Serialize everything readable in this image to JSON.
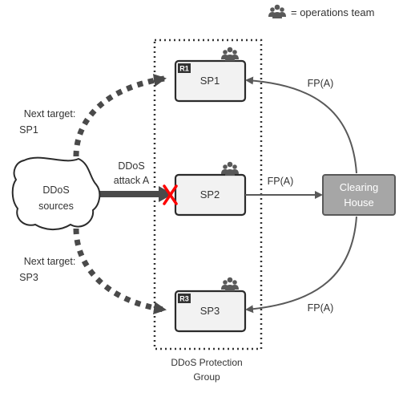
{
  "legend": {
    "text": "= operations team",
    "icon": "people-group-icon"
  },
  "nodes": {
    "sp1": {
      "label": "SP1",
      "badge": "R1"
    },
    "sp2": {
      "label": "SP2"
    },
    "sp3": {
      "label": "SP3",
      "badge": "R3"
    },
    "clearing_house": {
      "line1": "Clearing",
      "line2": "House"
    },
    "ddos_sources": {
      "line1": "DDoS",
      "line2": "sources"
    }
  },
  "labels": {
    "next_target_sp1": {
      "line1": "Next target:",
      "line2": "SP1"
    },
    "next_target_sp3": {
      "line1": "Next target:",
      "line2": "SP3"
    },
    "attack": {
      "line1": "DDoS",
      "line2": "attack A"
    },
    "fp_top": "FP(A)",
    "fp_middle": "FP(A)",
    "fp_bottom": "FP(A)"
  },
  "group": {
    "line1": "DDoS Protection",
    "line2": "Group"
  },
  "colors": {
    "node_fill": "#f2f2f2",
    "node_stroke": "#2b2b2b",
    "clearing_fill": "#a6a6a6",
    "clearing_stroke": "#595959",
    "arrow": "#595959",
    "attack_dash": "#4a4a4a",
    "blocked_mark": "#ff0000",
    "badge_fill": "#333333",
    "text": "#333333"
  }
}
